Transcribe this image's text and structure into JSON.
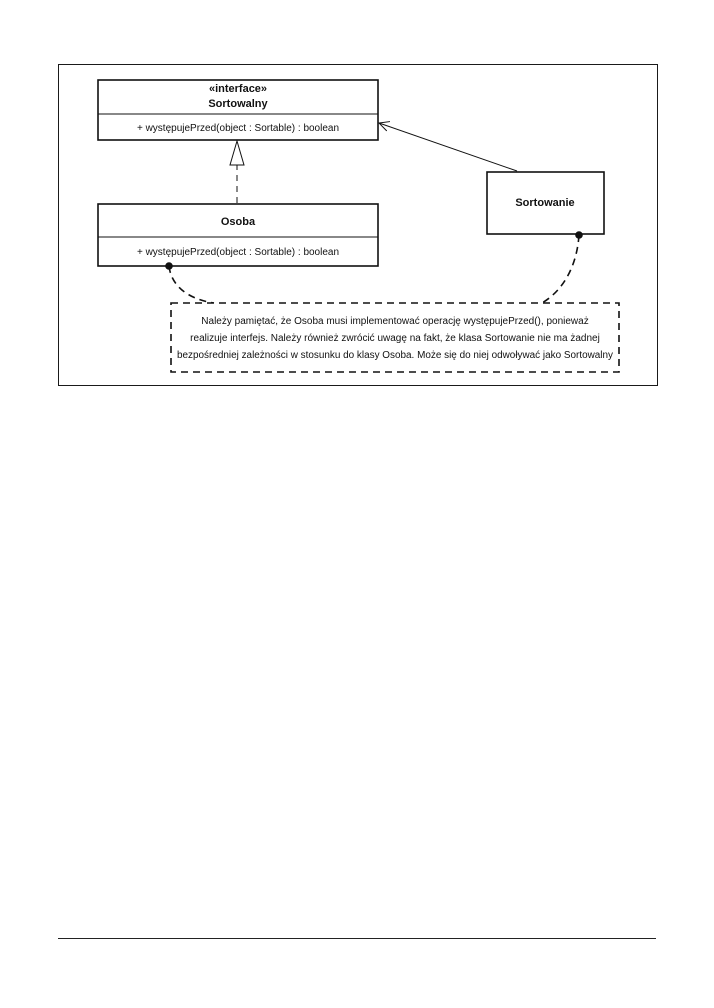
{
  "interface_class": {
    "stereotype": "«interface»",
    "name": "Sortowalny",
    "operation": "+ występujePrzed(object : Sortable) : boolean"
  },
  "implementing_class": {
    "name": "Osoba",
    "operation": "+ występujePrzed(object : Sortable) : boolean"
  },
  "client_class": {
    "name": "Sortowanie"
  },
  "note": {
    "lines": [
      "Należy pamiętać, że Osoba musi implementować operację występujePrzed(), ponieważ",
      "realizuje interfejs. Należy również zwrócić uwagę na fakt, że klasa Sortowanie nie ma żadnej",
      "bezpośredniej zależności w stosunku do klasy Osoba. Może się do niej odwoływać jako Sortowalny"
    ]
  },
  "colors": {
    "background": "#ffffff",
    "stroke": "#111111"
  }
}
